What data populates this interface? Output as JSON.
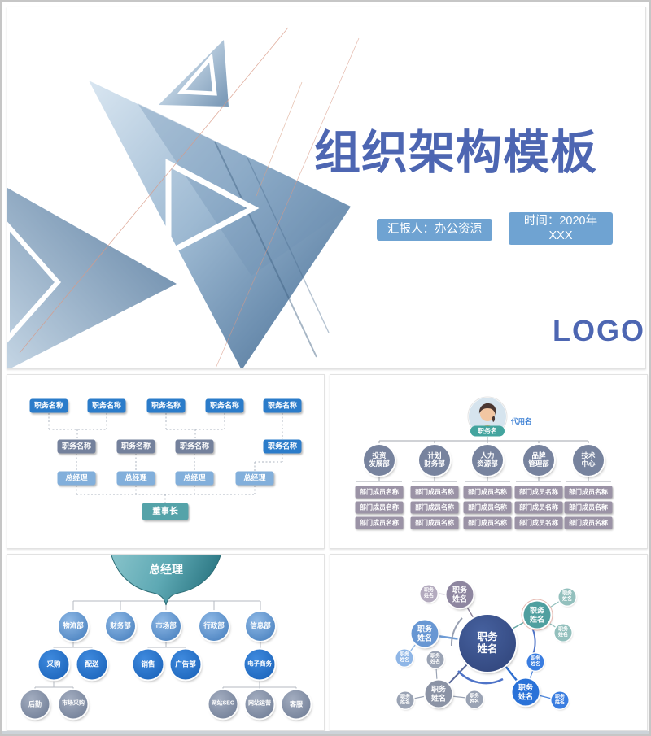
{
  "colors": {
    "title_blue": "#4d66b2",
    "badge_blue": "#6fa3d2",
    "node_blue": "#2b7cca",
    "node_gray": "#74819c",
    "node_light_blue": "#82afdb",
    "teal": "#55a3a9",
    "slate_circle": "#77839e",
    "mauve_box": "#9b93a6",
    "center_navy": "#3a519e"
  },
  "cover": {
    "title": "组织架构模板",
    "reporter_badge": "汇报人：办公资源",
    "time_badge_line1": "时间：2020年",
    "time_badge_line2": "XXX",
    "logo": "LOGO"
  },
  "slide2": {
    "row1": [
      "职务名称",
      "职务名称",
      "职务名称",
      "职务名称",
      "职务名称"
    ],
    "row2": [
      "职务名称",
      "职务名称",
      "职务名称",
      "职务名称"
    ],
    "row3": [
      "总经理",
      "总经理",
      "总经理",
      "总经理"
    ],
    "chairman": "董事长"
  },
  "slide3": {
    "leader_role": "职务名",
    "leader_alias": "代用名",
    "departments": [
      {
        "line1": "投资",
        "line2": "发展部"
      },
      {
        "line1": "计划",
        "line2": "财务部"
      },
      {
        "line1": "人力",
        "line2": "资源部"
      },
      {
        "line1": "品牌",
        "line2": "管理部"
      },
      {
        "line1": "技术",
        "line2": "中心"
      }
    ],
    "member_label": "部门成员名称"
  },
  "slide4": {
    "root": "总经理",
    "level1": [
      "物流部",
      "财务部",
      "市场部",
      "行政部",
      "信息部"
    ],
    "level2": [
      "采购",
      "配送",
      "销售",
      "广告部",
      "电子商务"
    ],
    "level3": [
      "后勤",
      "市场采购",
      "网站SEO",
      "网站运营",
      "客服"
    ]
  },
  "slide5": {
    "center_line1": "职务",
    "center_line2": "姓名",
    "node_line1": "职务",
    "node_line2": "姓名"
  }
}
